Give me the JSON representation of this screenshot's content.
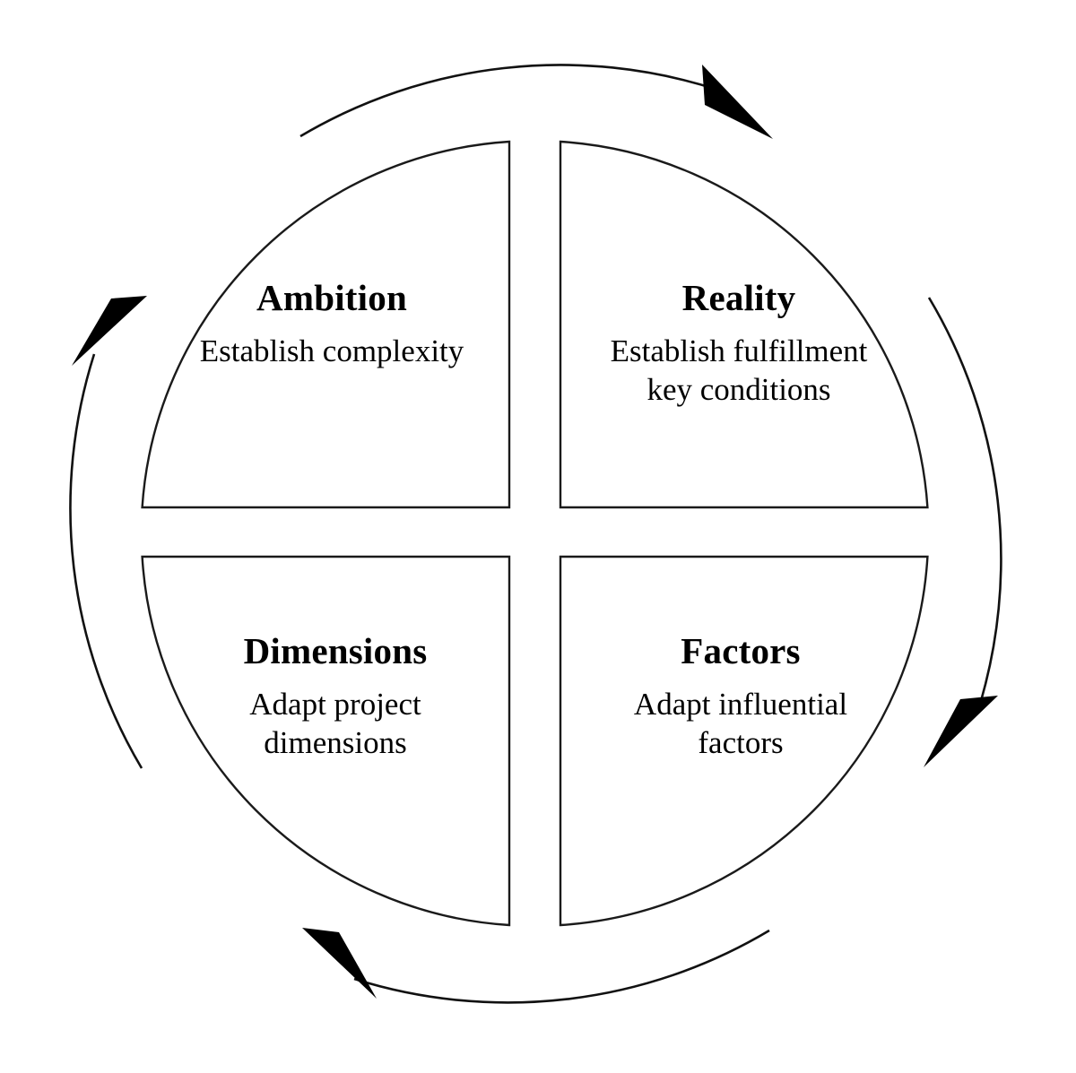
{
  "diagram": {
    "type": "cyclical-quadrant-diagram",
    "shape": "circle divided into four quadrants with four curved clockwise arrows outside",
    "background_color": "#ffffff",
    "line_color": "#111111",
    "text_color": "#000000",
    "quadrants": [
      {
        "id": "ambition",
        "position": "top-left",
        "title": "Ambition",
        "description": "Establish complexity",
        "description_lines": [
          "Establish complexity"
        ]
      },
      {
        "id": "reality",
        "position": "top-right",
        "title": "Reality",
        "description": "Establish fulfillment key conditions",
        "description_lines": [
          "Establish fulfillment",
          "key conditions"
        ]
      },
      {
        "id": "dimensions",
        "position": "bottom-left",
        "title": "Dimensions",
        "description": "Adapt project dimensions",
        "description_lines": [
          "Adapt project",
          "dimensions"
        ]
      },
      {
        "id": "factors",
        "position": "bottom-right",
        "title": "Factors",
        "description": "Adapt influential factors",
        "description_lines": [
          "Adapt influential",
          "factors"
        ]
      }
    ],
    "arrows": [
      {
        "id": "arrow-top",
        "name": "clockwise-arrow-top",
        "direction": "left-to-right (clockwise)"
      },
      {
        "id": "arrow-right",
        "name": "clockwise-arrow-right",
        "direction": "top-to-bottom (clockwise)"
      },
      {
        "id": "arrow-bottom",
        "name": "clockwise-arrow-bottom",
        "direction": "right-to-left (clockwise)"
      },
      {
        "id": "arrow-left",
        "name": "clockwise-arrow-left",
        "direction": "bottom-to-top (clockwise)"
      }
    ]
  }
}
